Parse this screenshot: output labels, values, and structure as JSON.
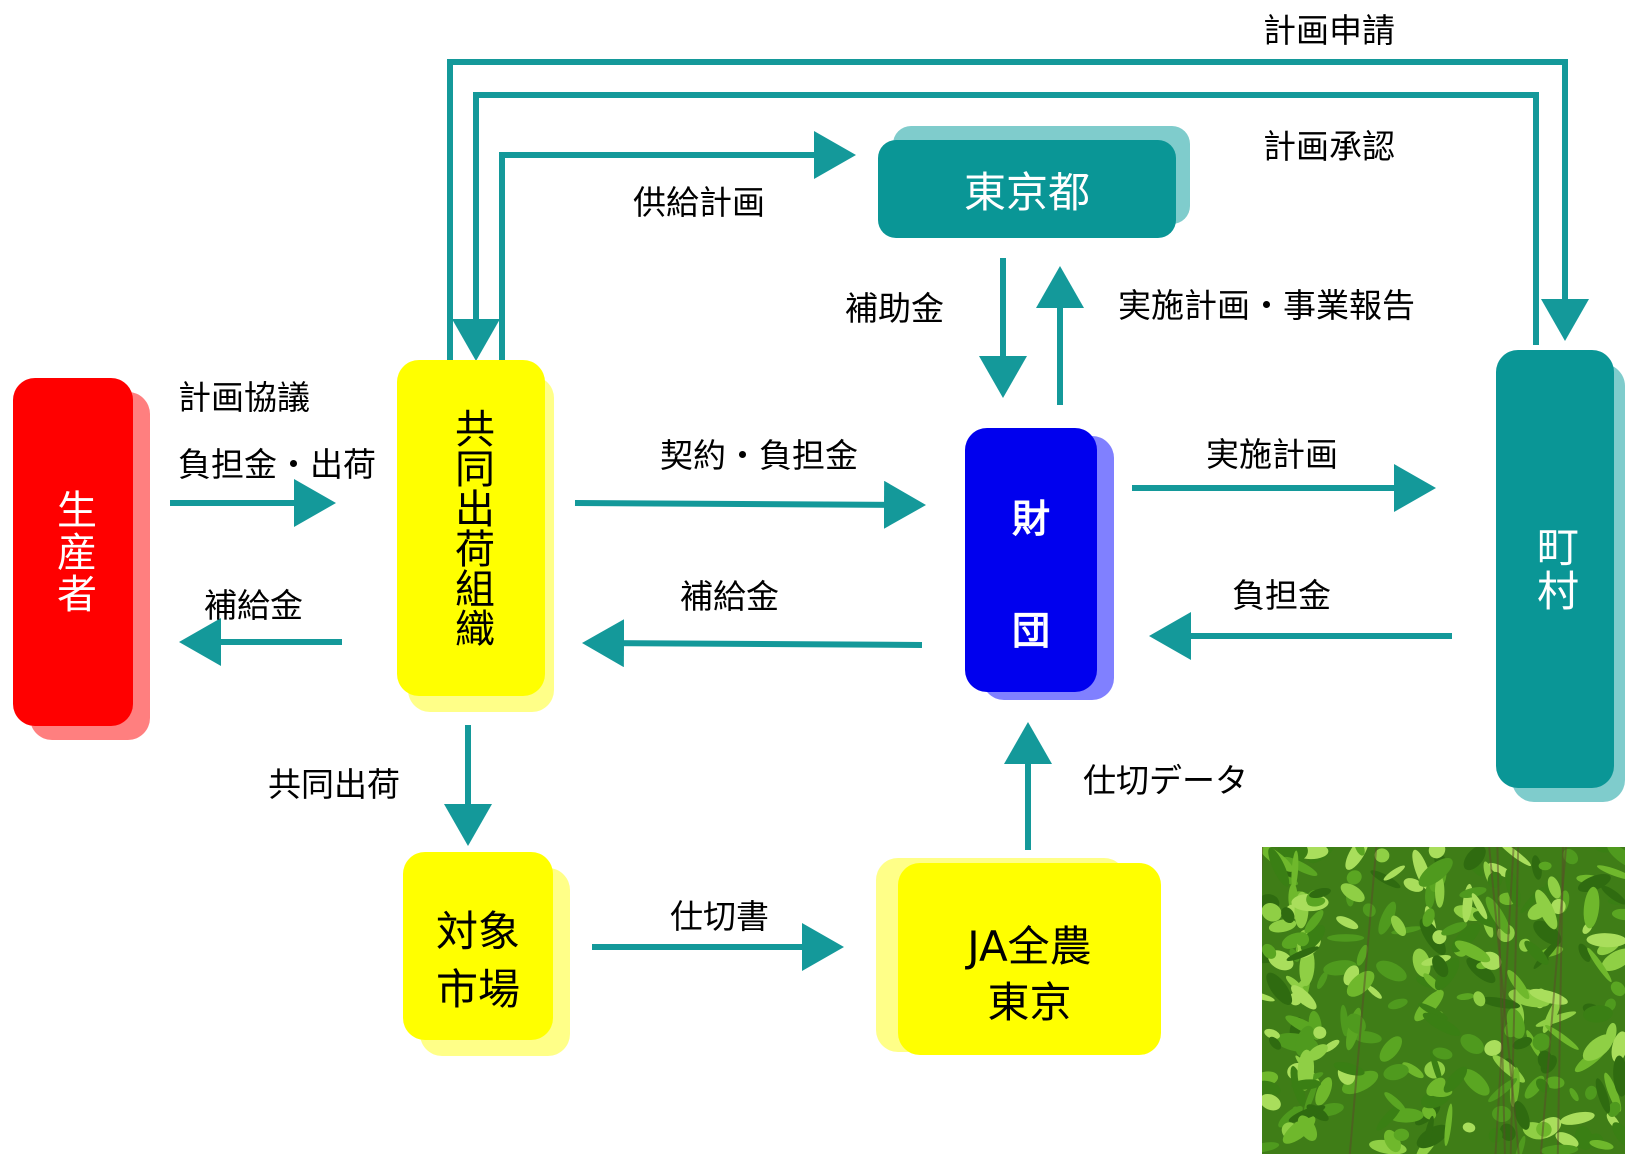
{
  "colors": {
    "arrow": "#14999a",
    "teal": "#0a9696",
    "teal_shadow": "#7fcccc",
    "yellow": "#ffff00",
    "yellow_shadow": "#ffff88",
    "red": "#ff0000",
    "red_shadow": "#ff7f7f",
    "blue": "#0000ee",
    "blue_shadow": "#8080ff",
    "leaf": "#4f9a1e"
  },
  "nodes": {
    "producer": "生産者",
    "coop": "共同出荷組織",
    "tokyo": "東京都",
    "foundation_line1": "財",
    "foundation_line2": "団",
    "town": "町村",
    "market_line1": "対象",
    "market_line2": "市場",
    "ja_line1": "JA全農",
    "ja_line2": "東京"
  },
  "labels": {
    "plan_application": "計画申請",
    "plan_approval": "計画承認",
    "supply_plan": "供給計画",
    "subsidy": "補助金",
    "implementation_report": "実施計画・事業報告",
    "plan_consultation": "計画協議",
    "burden_shipping": "負担金・出荷",
    "supply_payment_left": "補給金",
    "contract_burden": "契約・負担金",
    "supply_payment_mid": "補給金",
    "implementation_plan": "実施計画",
    "burden": "負担金",
    "joint_shipping": "共同出荷",
    "settlement_data": "仕切データ",
    "settlement_statement": "仕切書"
  },
  "photo": {
    "description_icon": "plant-photo"
  }
}
